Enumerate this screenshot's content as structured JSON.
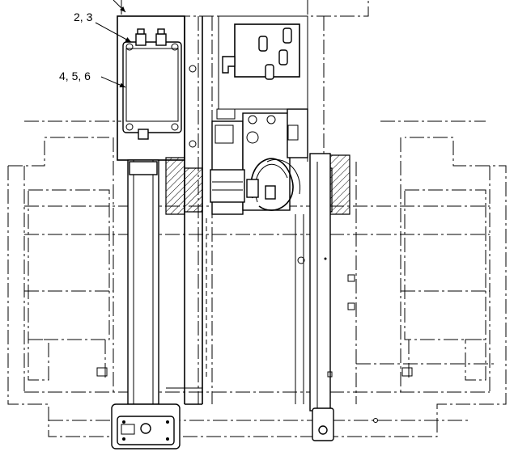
{
  "callouts": [
    {
      "id": "c1",
      "text": "2, 3"
    },
    {
      "id": "c2",
      "text": "4, 5, 6"
    }
  ]
}
